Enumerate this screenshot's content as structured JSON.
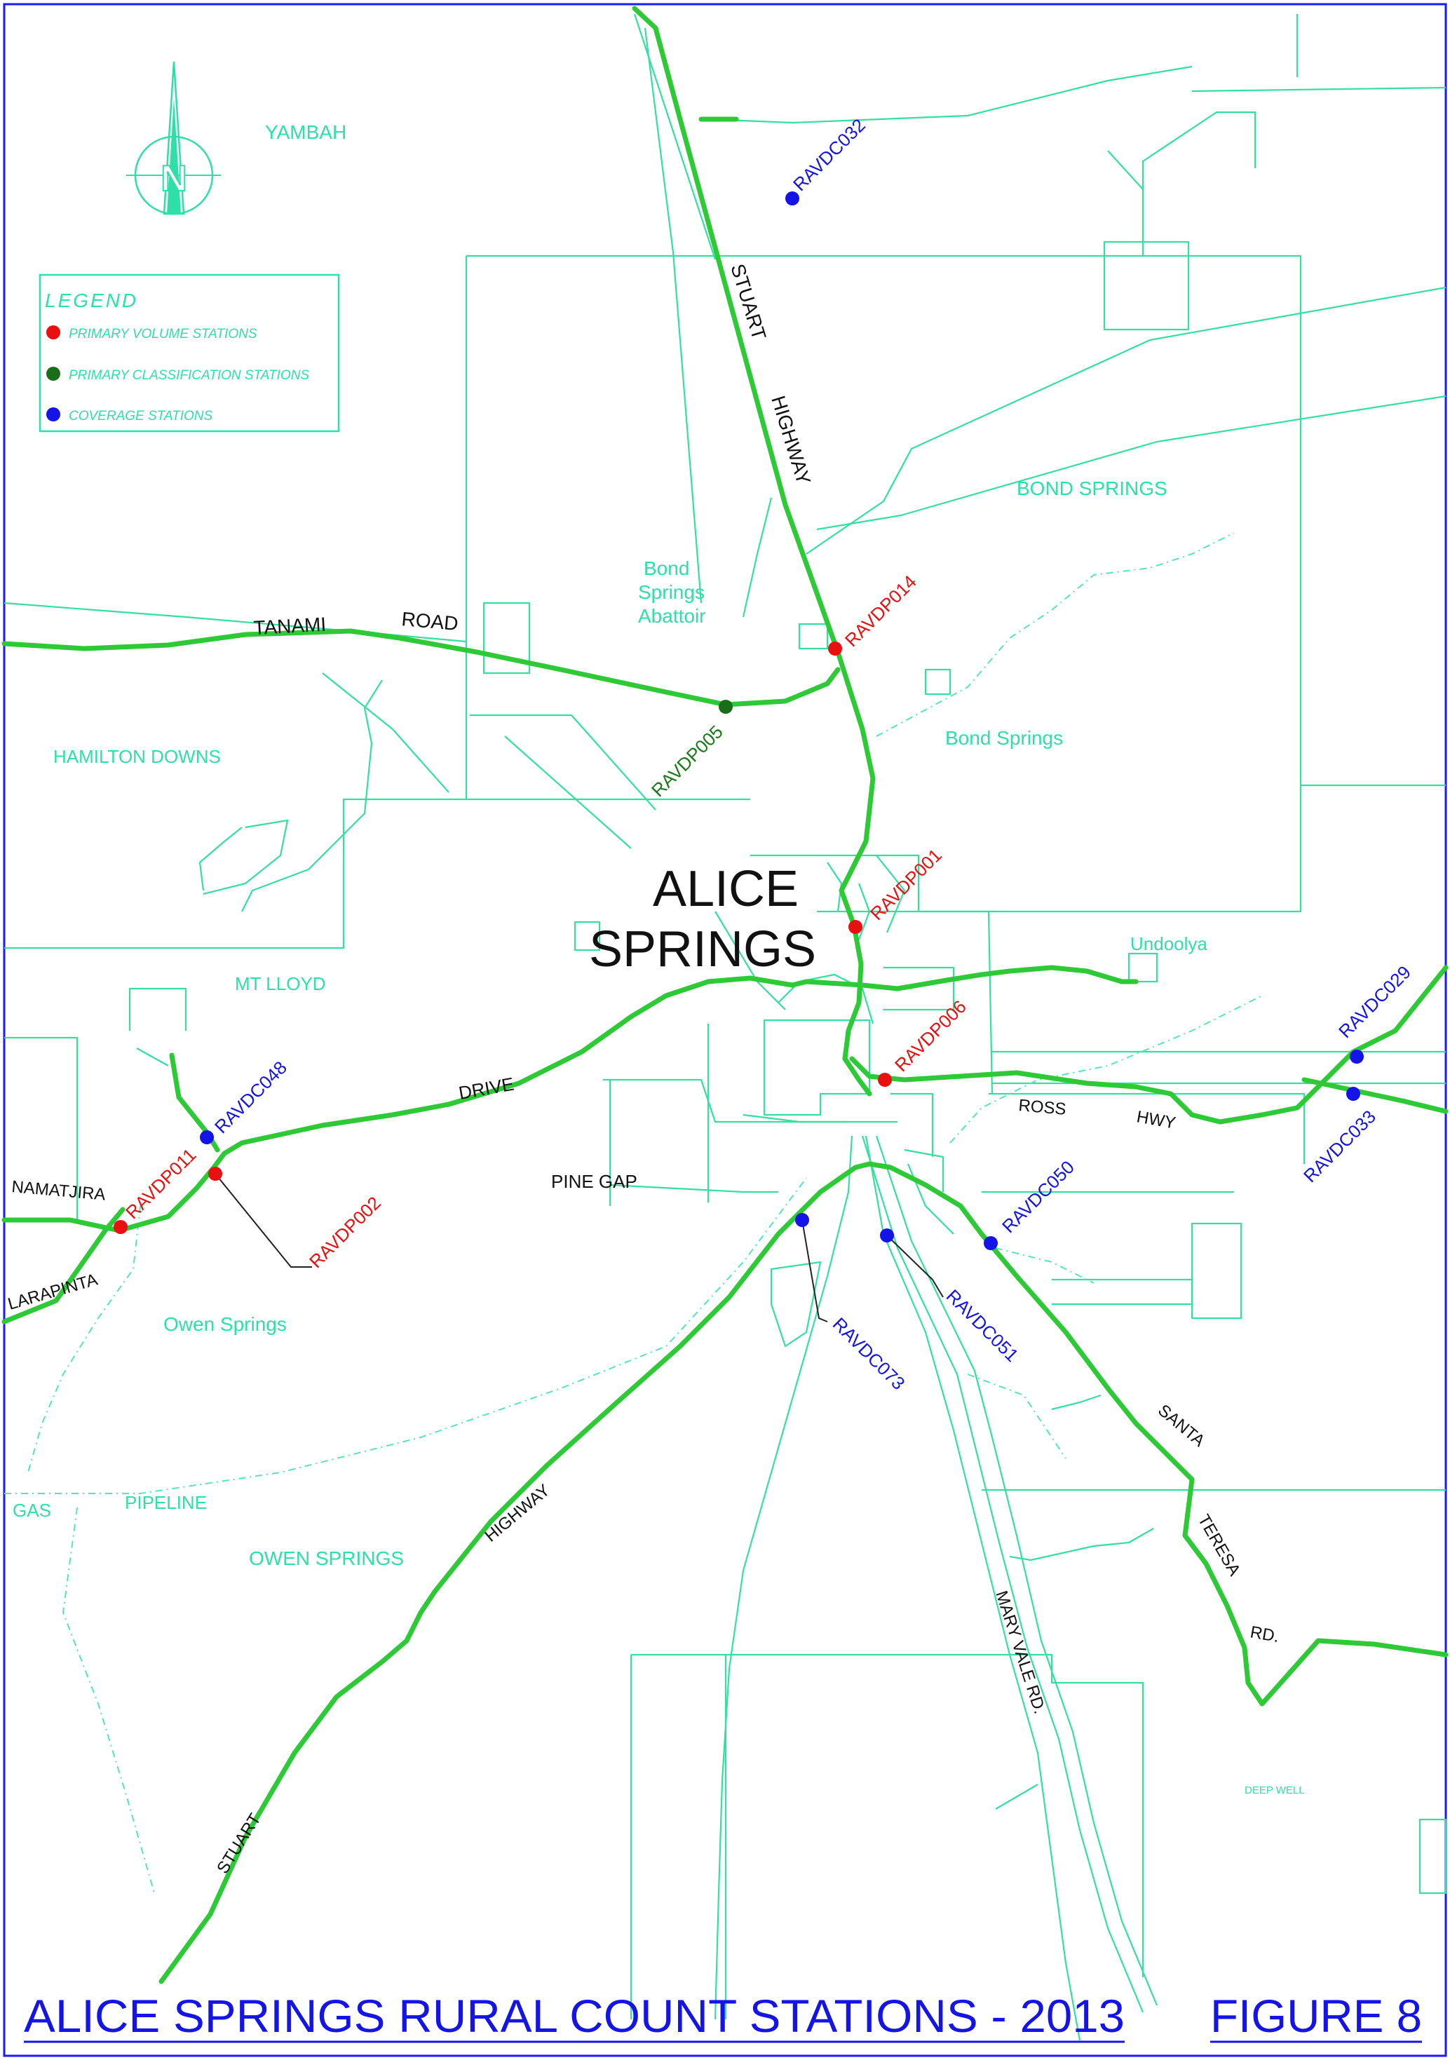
{
  "title": "ALICE SPRINGS  RURAL  COUNT  STATIONS  -  2013",
  "figure": "FIGURE  8",
  "north_arrow_letter": "N",
  "legend": {
    "heading": "LEGEND",
    "items": [
      {
        "label": "PRIMARY VOLUME STATIONS",
        "color": "#e81010"
      },
      {
        "label": "PRIMARY CLASSIFICATION STATIONS",
        "color": "#1a6e1a"
      },
      {
        "label": "COVERAGE STATIONS",
        "color": "#1414e6"
      }
    ]
  },
  "colors": {
    "primary_volume": "#e81010",
    "primary_classification": "#1a6e1a",
    "coverage": "#1414e6",
    "road": "#2ec936",
    "boundary": "#33e0a0",
    "frame": "#1a1aff"
  },
  "town": {
    "line1": "ALICE",
    "line2": "SPRINGS"
  },
  "area_labels": {
    "yambah": "YAMBAH",
    "bond_springs_station": "BOND  SPRINGS",
    "bond": "Bond",
    "springs": "Springs",
    "abattoir": "Abattoir",
    "bond_springs_homestead": "Bond  Springs",
    "hamilton_downs": "HAMILTON  DOWNS",
    "mt_lloyd": "MT  LLOYD",
    "undoolya": "Undoolya",
    "owen_springs_homestead": "Owen  Springs",
    "owen_springs_station": "OWEN  SPRINGS",
    "gas": "GAS",
    "pipeline": "PIPELINE",
    "deep_well": "DEEP   WELL"
  },
  "road_labels": {
    "stuart_n1": "STUART",
    "highway_n": "HIGHWAY",
    "tanami": "TANAMI",
    "road": "ROAD",
    "drive": "DRIVE",
    "namatjira": "NAMATJIRA",
    "larapinta": "LARAPINTA",
    "pine_gap": "PINE  GAP",
    "ross": "ROSS",
    "hwy": "HWY",
    "santa": "SANTA",
    "teresa": "TERESA",
    "rd": "RD.",
    "mary_vale": "MARY  VALE  RD.",
    "highway_s": "HIGHWAY",
    "stuart_s": "STUART"
  },
  "stations": [
    {
      "id": "RAVDC032",
      "type": "coverage"
    },
    {
      "id": "RAVDP014",
      "type": "primary_volume"
    },
    {
      "id": "RAVDP005",
      "type": "primary_classification"
    },
    {
      "id": "RAVDP001",
      "type": "primary_volume"
    },
    {
      "id": "RAVDP006",
      "type": "primary_volume"
    },
    {
      "id": "RAVDC029",
      "type": "coverage"
    },
    {
      "id": "RAVDC033",
      "type": "coverage"
    },
    {
      "id": "RAVDC048",
      "type": "coverage"
    },
    {
      "id": "RAVDP011",
      "type": "primary_volume"
    },
    {
      "id": "RAVDP002",
      "type": "primary_volume"
    },
    {
      "id": "RAVDC050",
      "type": "coverage"
    },
    {
      "id": "RAVDC051",
      "type": "coverage"
    },
    {
      "id": "RAVDC073",
      "type": "coverage"
    }
  ]
}
